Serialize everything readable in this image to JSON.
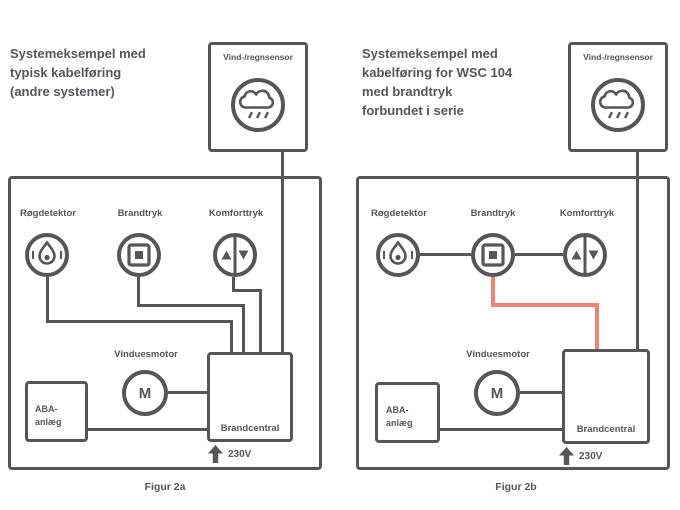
{
  "colors": {
    "diagram_line": "#54565a",
    "text": "#54565a",
    "highlight_cable": "#f08372",
    "background": "#ffffff"
  },
  "icons": {
    "weather_sensor": "rain-cloud-icon",
    "smoke_detector": "smoke-detector-icon",
    "fire_button": "fire-push-button-icon",
    "comfort_button": "up-down-comfort-switch-icon",
    "window_motor": "motor-icon",
    "power": "arrow-up-icon"
  },
  "left": {
    "title_lines": [
      "Systemeksempel med",
      "typisk kabelføring",
      "(andre systemer)"
    ],
    "weather_box_label": "Vind-/regnsensor",
    "labels": {
      "smoke_detector": "Røgdetektor",
      "fire_button": "Brandtryk",
      "comfort_button": "Komforttryk",
      "window_motor": "Vinduesmotor",
      "motor_letter": "M",
      "fire_panel": "Brandcentral",
      "aba_line1": "ABA-",
      "aba_line2": "anlæg",
      "power": "230V"
    },
    "caption": "Figur 2a"
  },
  "right": {
    "title_lines": [
      "Systemeksempel med",
      "kabelføring for WSC 104",
      "med brandtryk",
      "forbundet i serie"
    ],
    "weather_box_label": "Vind-/regnsensor",
    "labels": {
      "smoke_detector": "Røgdetektor",
      "fire_button": "Brandtryk",
      "comfort_button": "Komforttryk",
      "window_motor": "Vinduesmotor",
      "motor_letter": "M",
      "fire_panel": "Brandcentral",
      "aba_line1": "ABA-",
      "aba_line2": "anlæg",
      "power": "230V"
    },
    "caption": "Figur 2b"
  }
}
